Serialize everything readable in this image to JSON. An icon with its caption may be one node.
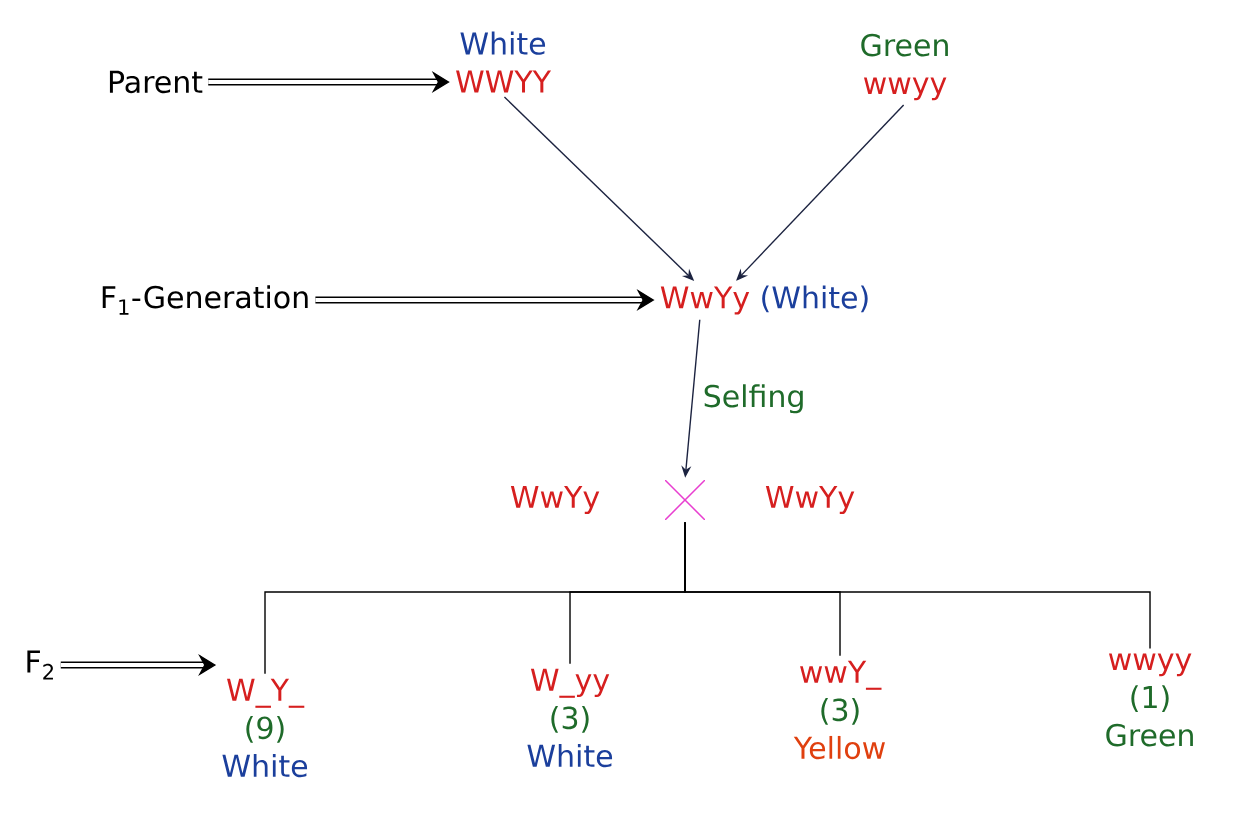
{
  "diagram": {
    "nodes": [
      {
        "text": [
          "Parent"
        ]
      },
      {
        "text": [
          "White",
          "WWYY"
        ]
      },
      {
        "text": [
          "Green",
          "wwyy"
        ]
      },
      {
        "text": [
          "F$_{1}$-Generation"
        ]
      },
      {
        "text": [
          "WwYy",
          "(White)"
        ]
      },
      {
        "text": [
          "WwYy"
        ]
      },
      {
        "text": [
          "WwYy"
        ]
      },
      {
        "text": [],
        "shape": "cross"
      },
      {
        "text": [
          "F$_{2}$"
        ]
      },
      {
        "text": [
          "W_Y_",
          "(9)",
          "White"
        ]
      },
      {
        "text": [
          "W_yy",
          "(3)",
          "White"
        ]
      },
      {
        "text": [
          "wwY_",
          "(3)",
          "Yellow"
        ]
      },
      {
        "text": [
          "wwyy",
          "(1)",
          "Green"
        ]
      }
    ],
    "edges": [
      {
        "from": 0,
        "to": 1,
        "arrow": "to",
        "style": "thick"
      },
      {
        "from": 1,
        "to": 4,
        "arrow": "to"
      },
      {
        "from": 2,
        "to": 4,
        "arrow": "to"
      },
      {
        "from": 3,
        "to": 4,
        "arrow": "to",
        "style": "thick"
      },
      {
        "from": 4,
        "to": 7,
        "arrow": "to",
        "label": "Selfing"
      },
      {
        "from": 7,
        "to": 9,
        "arrow": "none"
      },
      {
        "from": 7,
        "to": 10,
        "arrow": "none"
      },
      {
        "from": 7,
        "to": 11,
        "arrow": "none"
      },
      {
        "from": 7,
        "to": 12,
        "arrow": "none"
      },
      {
        "from": 8,
        "to": 9,
        "arrow": "to",
        "style": "thick"
      }
    ]
  }
}
